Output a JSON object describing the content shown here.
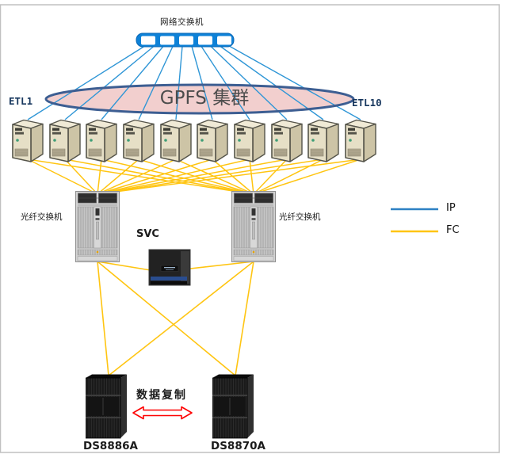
{
  "network_switch": {
    "label": "网络交换机"
  },
  "gpfs_cluster": {
    "label": "GPFS 集群",
    "first_node": "ETL1",
    "last_node": "ETL10",
    "server_count": 10
  },
  "fiber_switches": {
    "left_label": "光纤交换机",
    "right_label": "光纤交换机"
  },
  "svc": {
    "label": "SVC"
  },
  "storage": {
    "left": {
      "model": "DS8886A"
    },
    "right": {
      "model": "DS8870A"
    },
    "replication_label": "数据复制"
  },
  "legend": {
    "items": [
      {
        "label": "IP",
        "color": "#2e81c4"
      },
      {
        "label": "FC",
        "color": "#ffc512"
      }
    ]
  },
  "colors": {
    "ip_line": "#2f96d6",
    "fc_line": "#ffc512",
    "switch_blue": "#0d81d7",
    "ellipse_fill": "#f2cfce",
    "ellipse_border": "#3d5e92",
    "replication_arrow": "#fe0000"
  }
}
